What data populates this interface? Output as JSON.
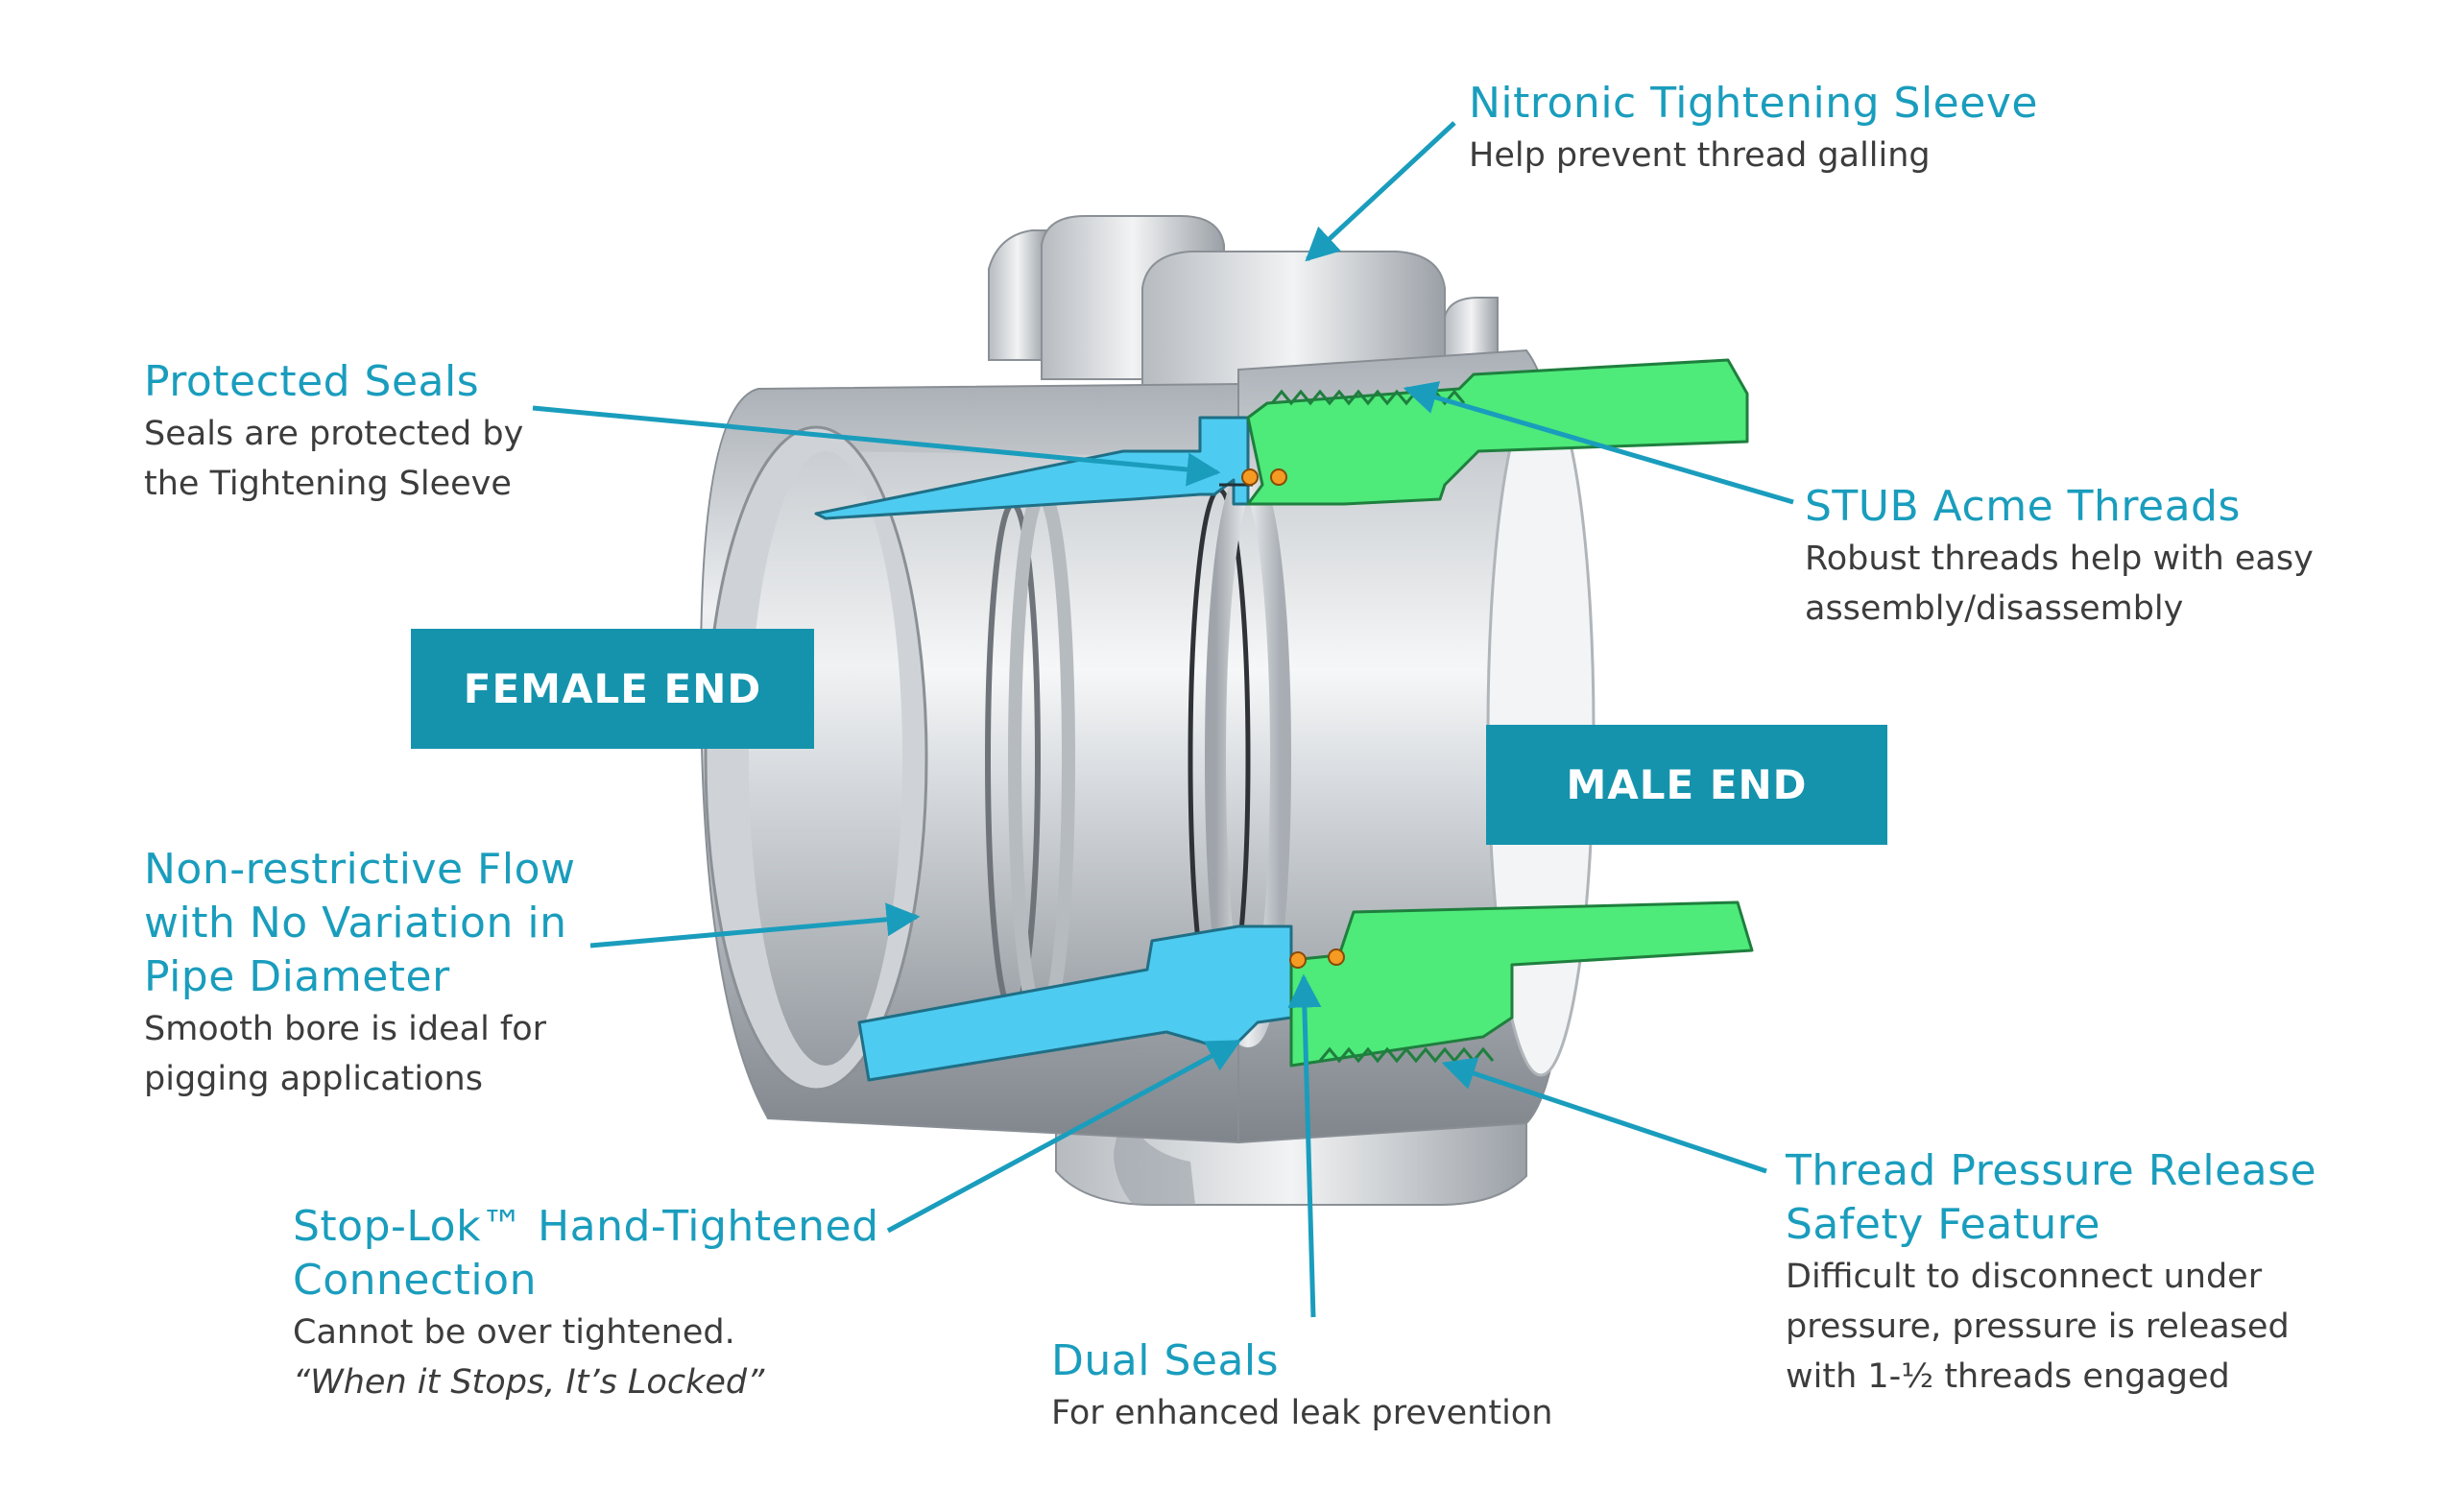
{
  "colors": {
    "accent_text": "#1a9dbd",
    "label_box": "#1593ad",
    "female_section": "#4ecbf0",
    "male_section": "#4eea7a"
  },
  "labels": {
    "female_end": "FEMALE END",
    "male_end": "MALE END"
  },
  "callouts": {
    "nitronic": {
      "title": "Nitronic Tightening Sleeve",
      "desc": [
        "Help prevent thread galling"
      ]
    },
    "protected_seals": {
      "title": "Protected Seals",
      "desc": [
        "Seals are protected by",
        "the Tightening Sleeve"
      ]
    },
    "stub_acme": {
      "title": "STUB Acme Threads",
      "desc": [
        "Robust threads help with easy",
        "assembly/disassembly"
      ]
    },
    "flow": {
      "title": [
        "Non-restrictive Flow",
        "with No Variation in",
        "Pipe Diameter"
      ],
      "desc": [
        "Smooth bore is ideal for",
        "pigging applications"
      ]
    },
    "stoplok": {
      "title": [
        "Stop-Lok™ Hand-Tightened",
        "Connection"
      ],
      "desc": [
        "Cannot be over tightened."
      ],
      "desc_italic": "“When it Stops, It’s Locked”"
    },
    "dual_seals": {
      "title": "Dual Seals",
      "desc": [
        "For enhanced leak prevention"
      ]
    },
    "pressure_release": {
      "title": [
        "Thread Pressure Release",
        "Safety Feature"
      ],
      "desc": [
        "Difficult to disconnect under",
        "pressure, pressure is released",
        "with 1-½ threads engaged"
      ]
    }
  }
}
